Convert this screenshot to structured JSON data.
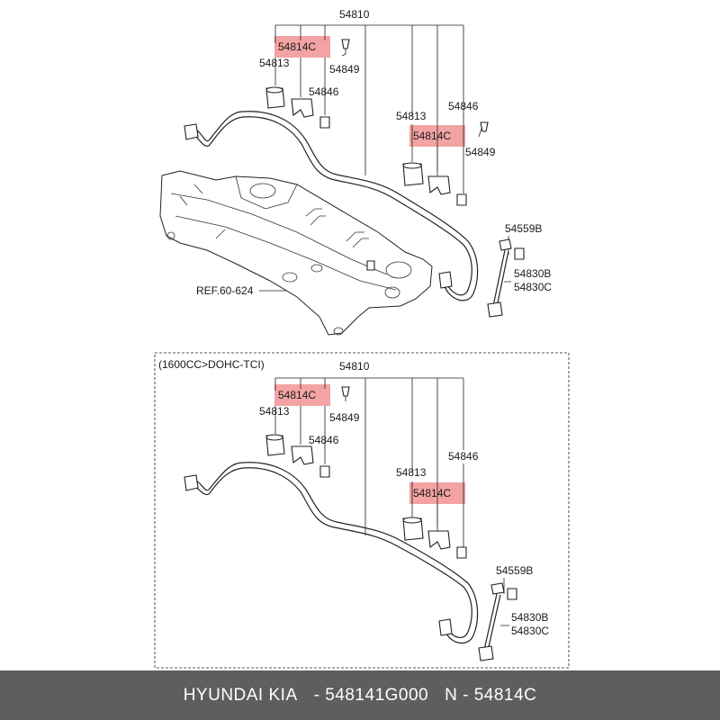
{
  "diagram": {
    "top": {
      "labels": {
        "main": "54810",
        "bush_l": "54813",
        "clamp_l": "54814C",
        "bolt_l": "54849",
        "bracket_l": "54846",
        "bush_r": "54813",
        "clamp_r": "54814C",
        "bolt_r": "54849",
        "bracket_r": "54846",
        "link_nut": "54559B",
        "link_a": "54830B",
        "link_b": "54830C",
        "ref": "REF.60-624"
      }
    },
    "bottom": {
      "variant": "(1600CC>DOHC-TCI)",
      "labels": {
        "main": "54810",
        "bush_l": "54813",
        "clamp_l": "54814C",
        "bolt_l": "54849",
        "bracket_l": "54846",
        "bush_r": "54813",
        "clamp_r": "54814C",
        "bracket_r": "54846",
        "link_nut": "54559B",
        "link_a": "54830B",
        "link_b": "54830C"
      }
    },
    "highlight_color": "#f3a3a3"
  },
  "footer": {
    "brand": "HYUNDAI  KIA",
    "part_number": "- 548141G000",
    "ref": "N - 54814C"
  }
}
